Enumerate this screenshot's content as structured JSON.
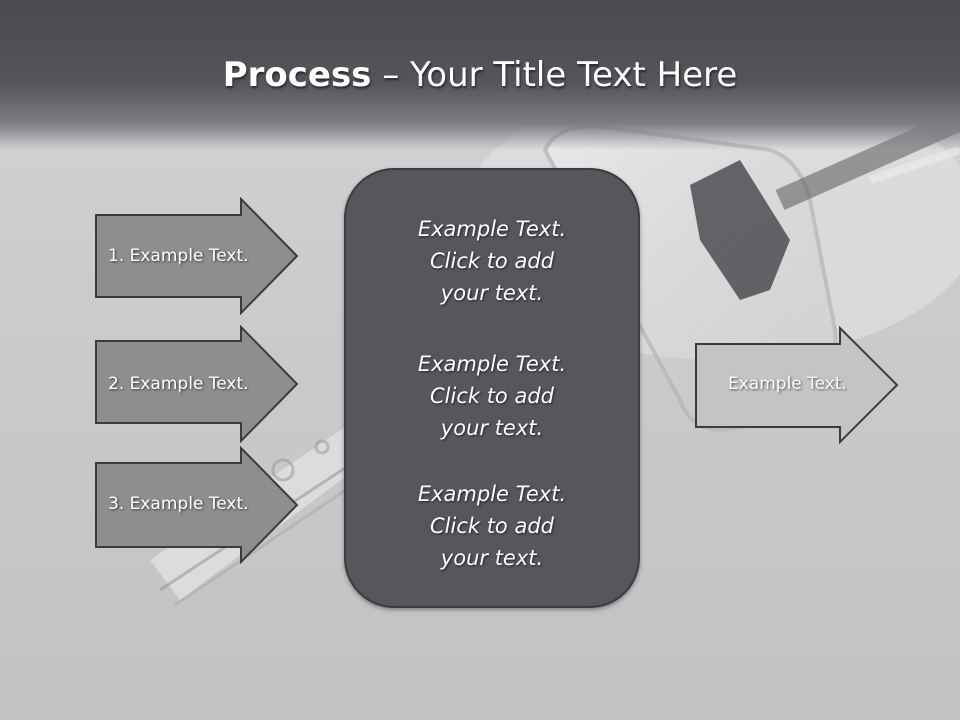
{
  "slide": {
    "title_bold": "Process",
    "title_rest": " – Your Title Text Here"
  },
  "left_arrows": [
    {
      "label": "1. Example Text."
    },
    {
      "label": "2. Example Text."
    },
    {
      "label": "3. Example Text."
    }
  ],
  "center_box": {
    "blocks": [
      {
        "lines": [
          "Example Text.",
          "Click  to add",
          "your text."
        ]
      },
      {
        "lines": [
          "Example Text.",
          "Click  to add",
          "your text."
        ]
      },
      {
        "lines": [
          "Example Text.",
          "Click  to add",
          "your text."
        ]
      }
    ]
  },
  "right_arrow": {
    "label": "Example Text."
  },
  "colors": {
    "title_bar": "#4b4a50",
    "arrow_fill": "#8e8e8e",
    "arrow_stroke": "#3c3c40",
    "center_fill": "#57565c",
    "right_arrow_fill": "#c4c4c4",
    "text": "#ffffff"
  }
}
